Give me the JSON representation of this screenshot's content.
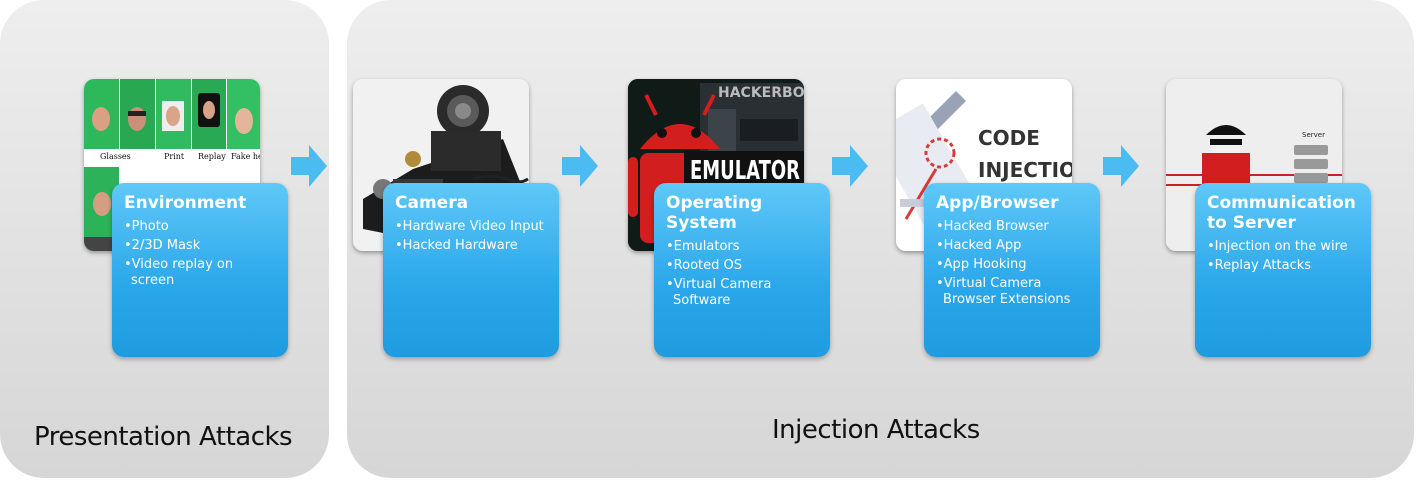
{
  "panels": {
    "left_title": "Presentation Attacks",
    "right_title": "Injection Attacks"
  },
  "photo_labels": [
    "Glasses",
    "Print",
    "Replay",
    "Fake head"
  ],
  "emulator_text": "EMULATOR",
  "hackerbot_text": "HACKERBOT",
  "code_injection": {
    "line1": "CODE",
    "line2": "INJECTION"
  },
  "server_label": "Server",
  "stages": [
    {
      "title": "Environment",
      "items": [
        "•Photo",
        "•2/3D Mask",
        "•Video replay on screen"
      ]
    },
    {
      "title": "Camera",
      "items": [
        "•Hardware Video Input",
        "•Hacked Hardware"
      ]
    },
    {
      "title": "Operating System",
      "items": [
        "•Emulators",
        "•Rooted OS",
        "•Virtual Camera Software"
      ]
    },
    {
      "title": "App/Browser",
      "items": [
        "•Hacked Browser",
        "•Hacked App",
        "•App Hooking",
        "•Virtual Camera Browser Extensions"
      ]
    },
    {
      "title": "Communication to Server",
      "items": [
        "•Injection on the wire",
        "•Replay Attacks"
      ]
    }
  ],
  "colors": {
    "card": "#2aa7ea",
    "arrow": "#4bbcf2",
    "panel": "#dcdcdc"
  }
}
